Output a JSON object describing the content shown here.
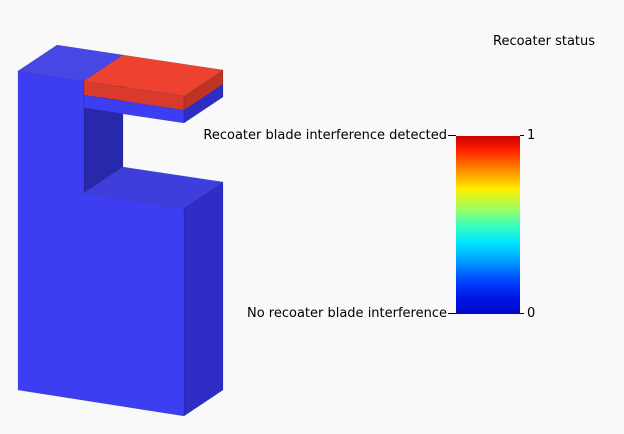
{
  "figure": {
    "background_color": "#f9f9f9"
  },
  "legend": {
    "title": "Recoater status",
    "tick_labels": {
      "top": "Recoater blade interference detected",
      "bottom": "No recoater blade interference"
    },
    "tick_values": {
      "top": "1",
      "bottom": "0"
    },
    "colormap": "jet",
    "gradient_stops": [
      "#cc0000 0%",
      "#ff2000 8%",
      "#ff9400 20%",
      "#ffee00 30%",
      "#9cff60 41%",
      "#33ffc2 51%",
      "#00e4ff 60%",
      "#0098ff 71%",
      "#0040ff 82%",
      "#0010e0 92%",
      "#000cc8 100%"
    ]
  },
  "model": {
    "part_color": "#3d3df2",
    "interference_color": "#ee4130"
  },
  "chart_data": {
    "type": "heatmap",
    "title": "Recoater status",
    "value_range": [
      0,
      1
    ],
    "colormap": "jet",
    "legend_position": "right",
    "ticks": [
      {
        "value": 1,
        "label": "Recoater blade interference detected"
      },
      {
        "value": 0,
        "label": "No recoater blade interference"
      }
    ],
    "regions": [
      {
        "region": "top overhang surface of part",
        "value": 1,
        "status": "Recoater blade interference detected"
      },
      {
        "region": "remaining part surfaces",
        "value": 0,
        "status": "No recoater blade interference"
      }
    ]
  }
}
